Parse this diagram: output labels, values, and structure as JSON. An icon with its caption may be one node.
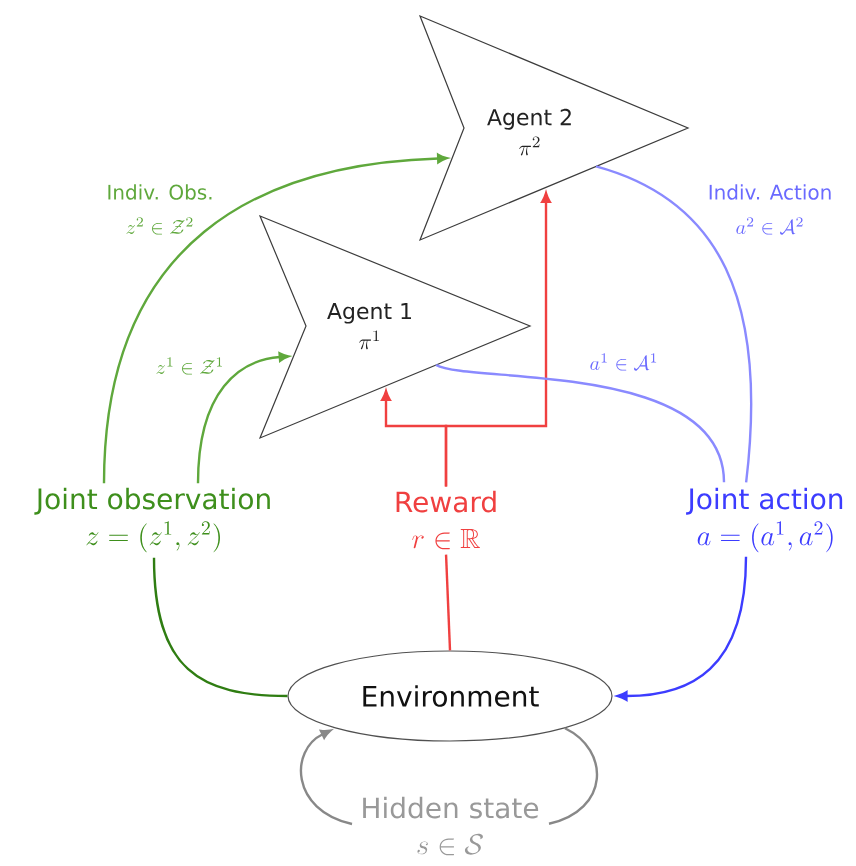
{
  "diagram": {
    "nodes": [
      {
        "text": [
          "Agent 2",
          "\\pi^2"
        ]
      },
      {
        "text": [
          "Agent 1",
          "\\pi^1"
        ]
      },
      {
        "text": [
          "Joint observation",
          "z = (z^1, z^2)"
        ]
      },
      {
        "text": [
          "Reward",
          "r \\in \\mathbb{R}"
        ]
      },
      {
        "text": [
          "Joint action",
          "a = (a^1, a^2)"
        ]
      },
      {
        "text": [
          "Environment"
        ]
      },
      {
        "text": [
          "Hidden state",
          "s \\in \\mathcal{S}"
        ]
      }
    ],
    "edges": [
      {
        "from": 2,
        "to": 0,
        "arrow": "to",
        "color": "#5fa83c"
      },
      {
        "from": 2,
        "to": 1,
        "arrow": "to",
        "color": "#5fa83c"
      },
      {
        "from": 5,
        "to": 2,
        "arrow": "none",
        "color": "#2f7d12"
      },
      {
        "from": 3,
        "to": 1,
        "arrow": "to",
        "color": "#f04040"
      },
      {
        "from": 3,
        "to": 0,
        "arrow": "to",
        "color": "#f04040"
      },
      {
        "from": 5,
        "to": 3,
        "arrow": "none",
        "color": "#f04040"
      },
      {
        "from": 1,
        "to": 4,
        "arrow": "none",
        "color": "#8a8aff"
      },
      {
        "from": 0,
        "to": 4,
        "arrow": "none",
        "color": "#8a8aff"
      },
      {
        "from": 4,
        "to": 5,
        "arrow": "to",
        "color": "#3c3cff"
      },
      {
        "from": 6,
        "to": 5,
        "arrow": "to",
        "color": "#888888"
      },
      {
        "from": 5,
        "to": 6,
        "arrow": "none",
        "color": "#888888"
      }
    ],
    "labels": [
      "Indiv. Obs.",
      "z^2 \\in \\mathcal{Z}^2",
      "z^1 \\in \\mathcal{Z}^1",
      "a^1 \\in \\mathcal{A}^1",
      "Indiv. Action",
      "a^2 \\in \\mathcal{A}^2"
    ]
  }
}
